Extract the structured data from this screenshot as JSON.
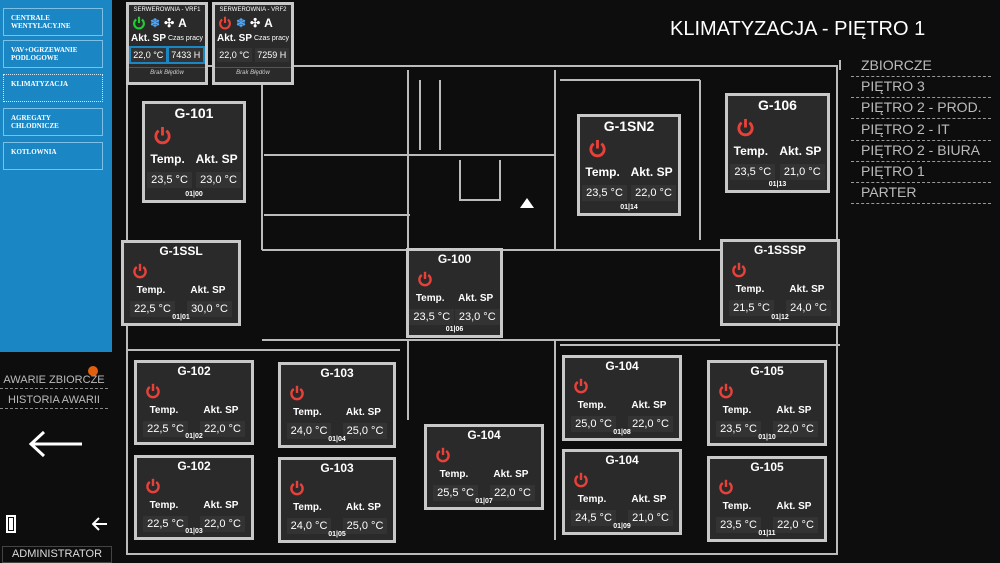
{
  "sidebar": {
    "items": [
      {
        "label": "CENTRALE WENTYLACYJNE",
        "active": false
      },
      {
        "label": "VAV+OGRZEWANIE PODLOGOWE",
        "active": false
      },
      {
        "label": "KLIMATYZACJA",
        "active": true
      },
      {
        "label": "AGREGATY CHLODNICZE",
        "active": false
      },
      {
        "label": "KOTLOWNIA",
        "active": false
      }
    ],
    "alarms_summary": "AWARIE ZBIORCZE",
    "alarm_history": "HISTORIA AWARII",
    "user": "ADMINISTRATOR"
  },
  "title": "KLIMATYZACJA - PIĘTRO 1",
  "floors": [
    "ZBIORCZE",
    "PIĘTRO 3",
    "PIĘTRO 2 - PROD.",
    "PIĘTRO 2 - IT",
    "PIĘTRO 2 - BIURA",
    "PIĘTRO 1",
    "PARTER"
  ],
  "vrf": [
    {
      "name": "SERWEROWNIA - VRF1",
      "power_color": "#22cc33",
      "mode": "A",
      "sp_label": "Akt. SP",
      "runtime_label": "Czas pracy",
      "sp": "22,0 °C",
      "runtime": "7433 H",
      "status": "Brak Błędów"
    },
    {
      "name": "SERWEROWNIA - VRF2",
      "power_color": "#e8413a",
      "mode": "A",
      "sp_label": "Akt. SP",
      "runtime_label": "Czas pracy",
      "sp": "22,0 °C",
      "runtime": "7259 H",
      "status": "Brak Błędów"
    }
  ],
  "room_labels": {
    "temp": "Temp.",
    "sp": "Akt. SP"
  },
  "colors": {
    "power_off": "#e8413a",
    "power_on": "#22cc33",
    "sidebar": "#1a86c4"
  },
  "rooms": [
    {
      "name": "G-101",
      "temp": "23,5 °C",
      "sp": "23,0 °C",
      "id": "01|00"
    },
    {
      "name": "G-1SSL",
      "temp": "22,5 °C",
      "sp": "30,0 °C",
      "id": "01|01"
    },
    {
      "name": "G-100",
      "temp": "23,5 °C",
      "sp": "23,0 °C",
      "id": "01|06"
    },
    {
      "name": "G-1SN2",
      "temp": "23,5 °C",
      "sp": "22,0 °C",
      "id": "01|14"
    },
    {
      "name": "G-106",
      "temp": "23,5 °C",
      "sp": "21,0 °C",
      "id": "01|13"
    },
    {
      "name": "G-1SSSP",
      "temp": "21,5 °C",
      "sp": "24,0 °C",
      "id": "01|12"
    },
    {
      "name": "G-102",
      "temp": "22,5 °C",
      "sp": "22,0 °C",
      "id": "01|02"
    },
    {
      "name": "G-102",
      "temp": "22,5 °C",
      "sp": "22,0 °C",
      "id": "01|03"
    },
    {
      "name": "G-103",
      "temp": "24,0 °C",
      "sp": "25,0 °C",
      "id": "01|04"
    },
    {
      "name": "G-103",
      "temp": "24,0 °C",
      "sp": "25,0 °C",
      "id": "01|05"
    },
    {
      "name": "G-104",
      "temp": "25,5 °C",
      "sp": "22,0 °C",
      "id": "01|07"
    },
    {
      "name": "G-104",
      "temp": "25,0 °C",
      "sp": "22,0 °C",
      "id": "01|08"
    },
    {
      "name": "G-104",
      "temp": "24,5 °C",
      "sp": "21,0 °C",
      "id": "01|09"
    },
    {
      "name": "G-105",
      "temp": "23,5 °C",
      "sp": "22,0 °C",
      "id": "01|10"
    },
    {
      "name": "G-105",
      "temp": "23,5 °C",
      "sp": "22,0 °C",
      "id": "01|11"
    }
  ]
}
